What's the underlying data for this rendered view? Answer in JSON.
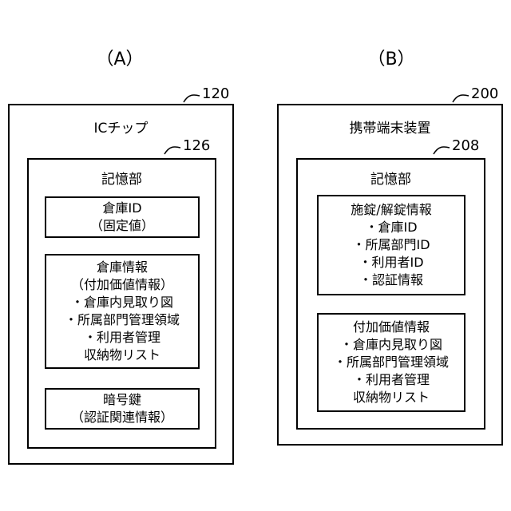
{
  "panel_a": {
    "label": "（A）",
    "outer_ref": "120",
    "outer_title": "ICチップ",
    "memory_ref": "126",
    "memory_title": "記憶部",
    "box1": [
      "倉庫ID",
      "（固定値）"
    ],
    "box2": [
      "倉庫情報",
      "（付加価値情報）",
      "・倉庫内見取り図",
      "・所属部門管理領域",
      "・利用者管理",
      "収納物リスト"
    ],
    "box3": [
      "暗号鍵",
      "（認証関連情報）"
    ]
  },
  "panel_b": {
    "label": "（B）",
    "outer_ref": "200",
    "outer_title": "携帯端末装置",
    "memory_ref": "208",
    "memory_title": "記憶部",
    "box1": [
      "施錠/解錠情報",
      "・倉庫ID",
      "・所属部門ID",
      "・利用者ID",
      "・認証情報"
    ],
    "box2": [
      "付加価値情報",
      "・倉庫内見取り図",
      "・所属部門管理領域",
      "・利用者管理",
      "収納物リスト"
    ]
  }
}
